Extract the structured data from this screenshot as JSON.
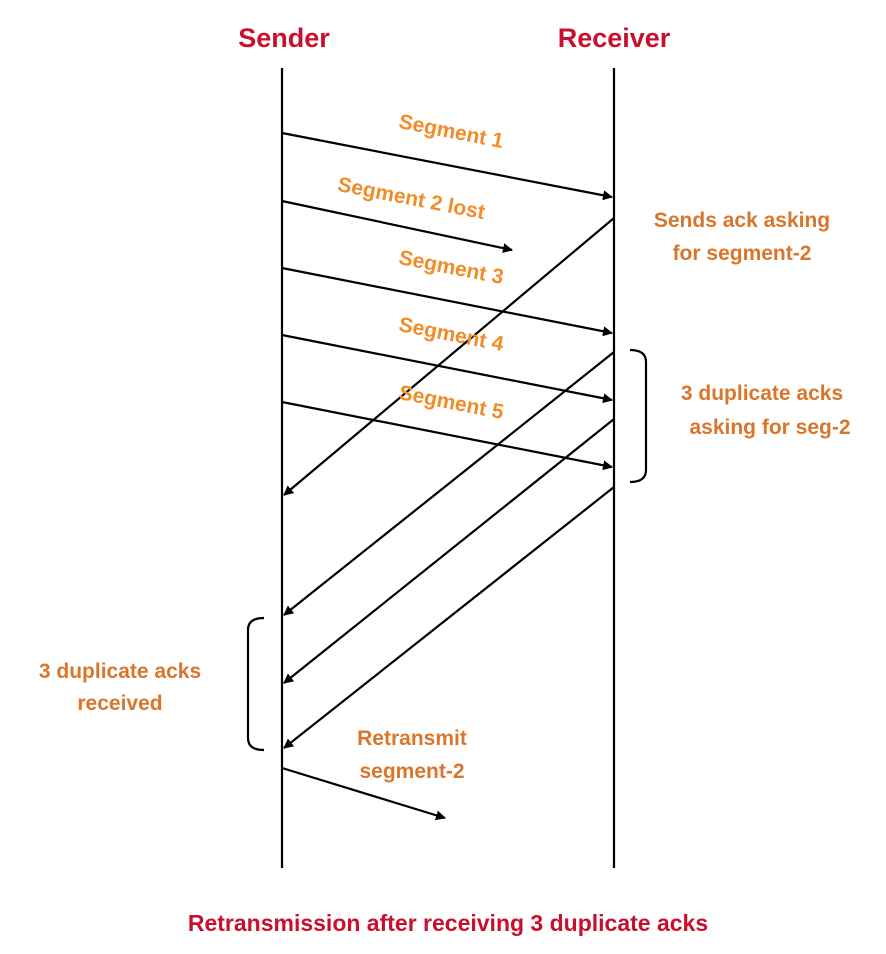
{
  "actors": {
    "sender": "Sender",
    "receiver": "Receiver"
  },
  "segments": {
    "seg1": "Segment 1",
    "seg2": "Segment 2 lost",
    "seg3": "Segment 3",
    "seg4": "Segment 4",
    "seg5": "Segment 5"
  },
  "notes": {
    "ack_line1": "Sends ack asking",
    "ack_line2": "for segment-2",
    "dup_line1": "3 duplicate acks",
    "dup_line2": "asking for seg-2",
    "recv_line1": "3 duplicate acks",
    "recv_line2": "received",
    "retx_line1": "Retransmit",
    "retx_line2": "segment-2"
  },
  "caption": "Retransmission after receiving 3 duplicate acks",
  "colors": {
    "actor": "#c8102e",
    "segment_label": "#f28c28",
    "note_label": "#d9762b"
  }
}
